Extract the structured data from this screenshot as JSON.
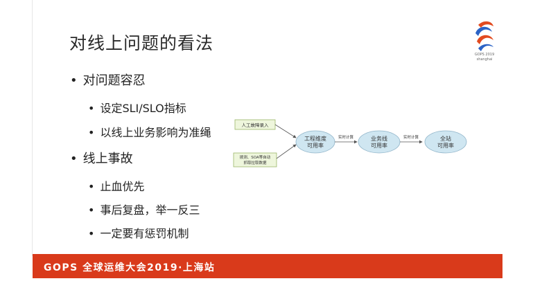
{
  "slide": {
    "title": "对线上问题的看法",
    "bullets": [
      {
        "text": "对问题容忍",
        "sub": [
          "设定SLI/SLO指标",
          "以线上业务影响为准绳"
        ]
      },
      {
        "text": "线上事故",
        "sub": [
          "止血优先",
          "事后复盘，举一反三",
          "一定要有惩罚机制"
        ]
      }
    ],
    "bullet_char": "•"
  },
  "logo": {
    "line1": "GOPS 2019",
    "line2": "shanghai"
  },
  "diagram": {
    "inputs": [
      "人工故障录入",
      "拨测、SOA等自动\n抓取拉取数据"
    ],
    "nodes": [
      {
        "line1": "工程维度",
        "line2": "可用率"
      },
      {
        "line1": "业务线",
        "line2": "可用率"
      },
      {
        "line1": "全站",
        "line2": "可用率"
      }
    ],
    "edge_labels": [
      "实时计算",
      "实时计算"
    ]
  },
  "footer": {
    "text": "GOPS 全球运维大会2019·上海站",
    "color": "#d93a1b"
  },
  "colors": {
    "node_fill": "#cfe6f1",
    "node_stroke": "#8fb3c8",
    "input_fill": "#eef6dc",
    "input_stroke": "#9bb66a"
  }
}
